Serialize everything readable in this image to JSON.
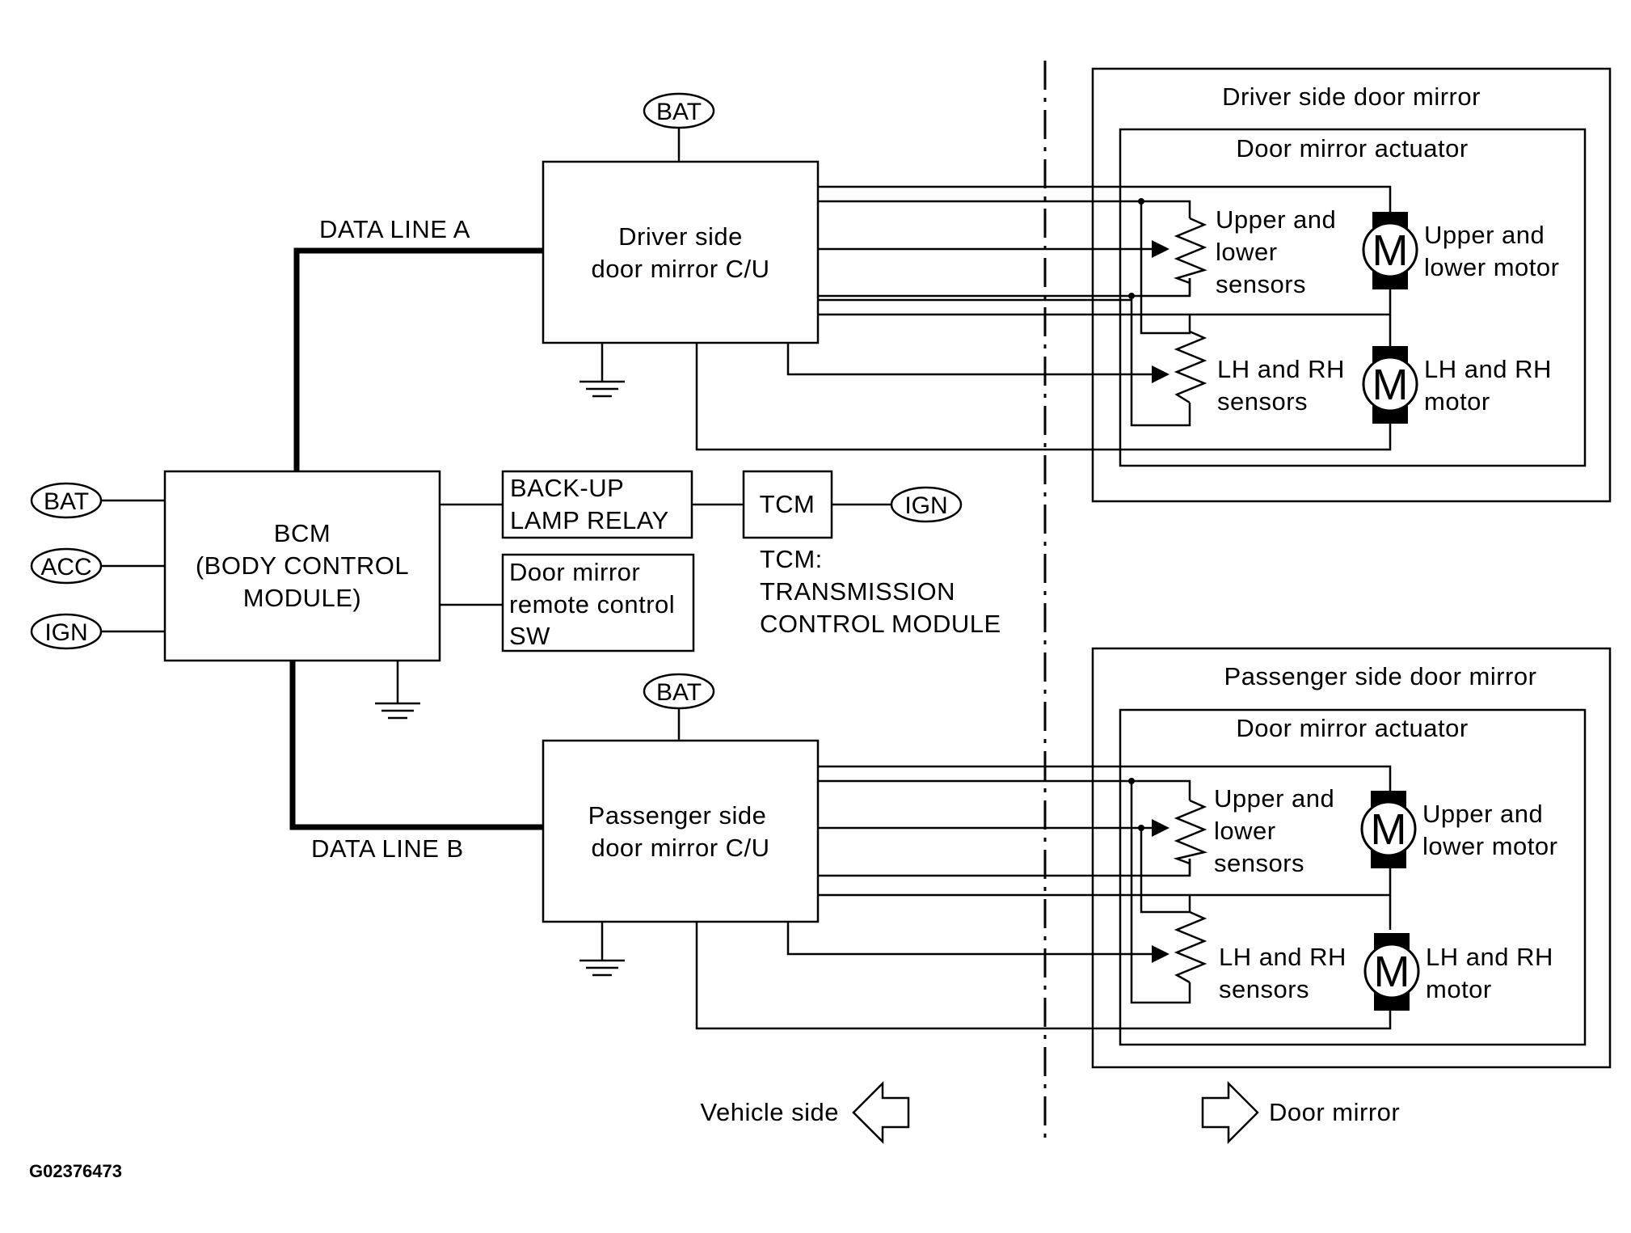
{
  "ovals": {
    "bat": "BAT",
    "acc": "ACC",
    "ign": "IGN"
  },
  "data_lines": {
    "a": "DATA LINE A",
    "b": "DATA LINE B"
  },
  "bcm": {
    "line1": "BCM",
    "line2": "(BODY CONTROL",
    "line3": "MODULE)"
  },
  "backup_relay": {
    "line1": "BACK-UP",
    "line2": "LAMP RELAY"
  },
  "remote_sw": {
    "line1": "Door mirror",
    "line2": "remote control",
    "line3": "SW"
  },
  "tcm": {
    "box": "TCM",
    "note1": "TCM:",
    "note2": "TRANSMISSION",
    "note3": "CONTROL MODULE"
  },
  "driver_cu": {
    "line1": "Driver side",
    "line2": "door mirror C/U"
  },
  "passenger_cu": {
    "line1": "Passenger side",
    "line2": "door mirror C/U"
  },
  "driver_mirror": {
    "title": "Driver side door mirror",
    "actuator": "Door mirror actuator",
    "ul_sensor": [
      "Upper and",
      "lower",
      "sensors"
    ],
    "lr_sensor": [
      "LH and RH",
      "sensors"
    ],
    "ul_motor": [
      "Upper and",
      "lower motor"
    ],
    "lr_motor": [
      "LH and RH",
      "motor"
    ],
    "motor_symbol": "M"
  },
  "passenger_mirror": {
    "title": "Passenger side door mirror",
    "actuator": "Door mirror actuator",
    "ul_sensor": [
      "Upper and",
      "lower",
      "sensors"
    ],
    "lr_sensor": [
      "LH and RH",
      "sensors"
    ],
    "ul_motor": [
      "Upper and",
      "lower motor"
    ],
    "lr_motor": [
      "LH and RH",
      "motor"
    ],
    "motor_symbol": "M"
  },
  "footer": {
    "vehicle_side": "Vehicle side",
    "door_mirror": "Door mirror",
    "code": "G02376473"
  }
}
